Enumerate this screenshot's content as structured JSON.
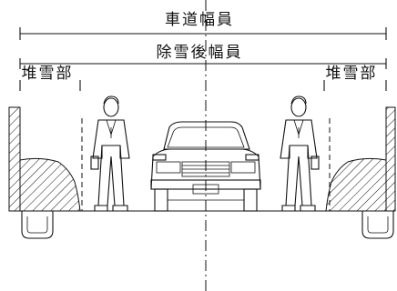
{
  "labels": {
    "road_width": "車道幅員",
    "cleared_width": "除雪後幅員",
    "snow_storage_left": "堆雪部",
    "snow_storage_right": "堆雪部"
  }
}
